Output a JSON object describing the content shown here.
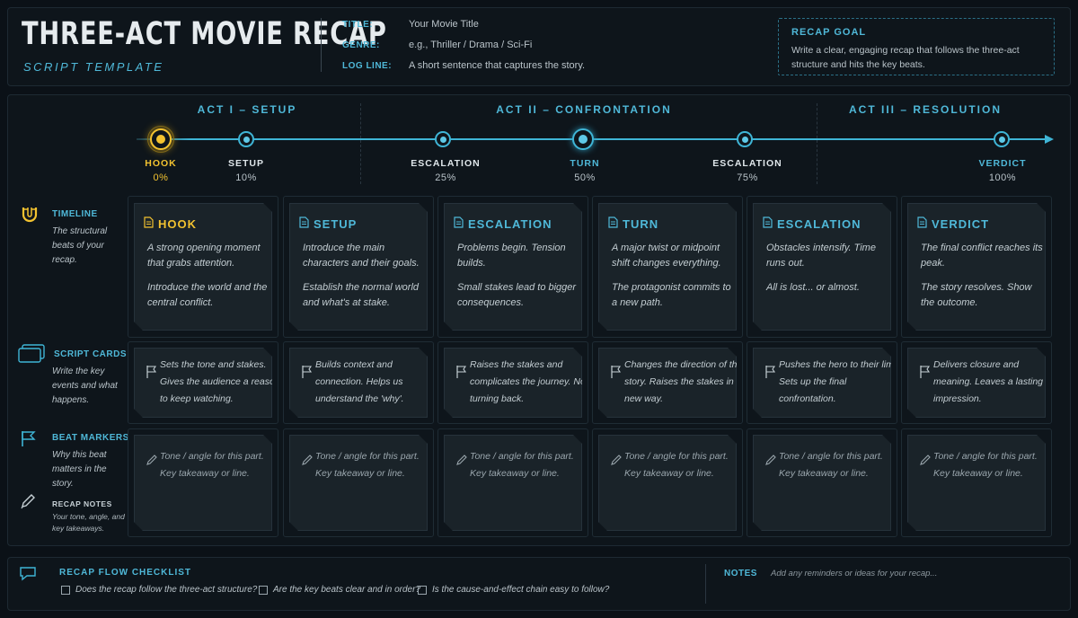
{
  "header": {
    "title": "THREE-ACT MOVIE RECAP",
    "subtitle": "SCRIPT TEMPLATE",
    "meta": [
      {
        "key": "TITLE:",
        "value": "Your Movie Title"
      },
      {
        "key": "GENRE:",
        "value": "e.g., Thriller / Drama / Sci-Fi"
      },
      {
        "key": "LOG LINE:",
        "value": "A short sentence that captures the story."
      }
    ],
    "goal": {
      "title": "RECAP GOAL",
      "text": "Write a clear, engaging recap that follows the three-act structure and hits the key beats."
    }
  },
  "acts": [
    "ACT I – SETUP",
    "ACT II – CONFRONTATION",
    "ACT III – RESOLUTION"
  ],
  "beats": [
    {
      "name": "HOOK",
      "pct": "0%"
    },
    {
      "name": "SETUP",
      "pct": "10%"
    },
    {
      "name": "ESCALATION",
      "pct": "25%"
    },
    {
      "name": "TURN",
      "pct": "50%"
    },
    {
      "name": "ESCALATION",
      "pct": "75%"
    },
    {
      "name": "VERDICT",
      "pct": "100%"
    }
  ],
  "sidebar": {
    "timeline": {
      "title": "TIMELINE",
      "desc": "The structural beats of your recap."
    },
    "script_cards": {
      "title": "SCRIPT CARDS",
      "desc": "Write the key events and what happens."
    },
    "beat_markers": {
      "title": "BEAT MARKERS",
      "desc": "Why this beat matters in the story."
    },
    "recap_notes": {
      "title": "RECAP NOTES",
      "desc": "Your tone, angle, and key takeaways."
    }
  },
  "cards": [
    {
      "title": "HOOK",
      "p1": "A strong opening moment that grabs attention.",
      "p2": "Introduce the world and the central conflict.",
      "marker": "Sets the tone and stakes. Gives the audience a reason to keep watching.",
      "note": "Tone / angle for this part. Key takeaway or line."
    },
    {
      "title": "SETUP",
      "p1": "Introduce the main characters and their goals.",
      "p2": "Establish the normal world and what's at stake.",
      "marker": "Builds context and connection. Helps us understand the 'why'.",
      "note": "Tone / angle for this part. Key takeaway or line."
    },
    {
      "title": "ESCALATION",
      "p1": "Problems begin. Tension builds.",
      "p2": "Small stakes lead to bigger consequences.",
      "marker": "Raises the stakes and complicates the journey. No turning back.",
      "note": "Tone / angle for this part. Key takeaway or line."
    },
    {
      "title": "TURN",
      "p1": "A major twist or midpoint shift changes everything.",
      "p2": "The protagonist commits to a new path.",
      "marker": "Changes the direction of the story. Raises the stakes in a new way.",
      "note": "Tone / angle for this part. Key takeaway or line."
    },
    {
      "title": "ESCALATION",
      "p1": "Obstacles intensify. Time runs out.",
      "p2": "All is lost... or almost.",
      "marker": "Pushes the hero to their limit. Sets up the final confrontation.",
      "note": "Tone / angle for this part. Key takeaway or line."
    },
    {
      "title": "VERDICT",
      "p1": "The final conflict reaches its peak.",
      "p2": "The story resolves. Show the outcome.",
      "marker": "Delivers closure and meaning. Leaves a lasting impression.",
      "note": "Tone / angle for this part. Key takeaway or line."
    }
  ],
  "footer": {
    "checklist_title": "RECAP FLOW CHECKLIST",
    "items": [
      "Does the recap follow the three-act structure?",
      "Are the key beats clear and in order?",
      "Is the cause-and-effect chain easy to follow?"
    ],
    "notes_label": "NOTES",
    "notes_placeholder": "Add any reminders or ideas for your recap..."
  },
  "colors": {
    "accent": "#4fb8d8",
    "gold": "#f2c230",
    "bg": "#0b1117"
  }
}
